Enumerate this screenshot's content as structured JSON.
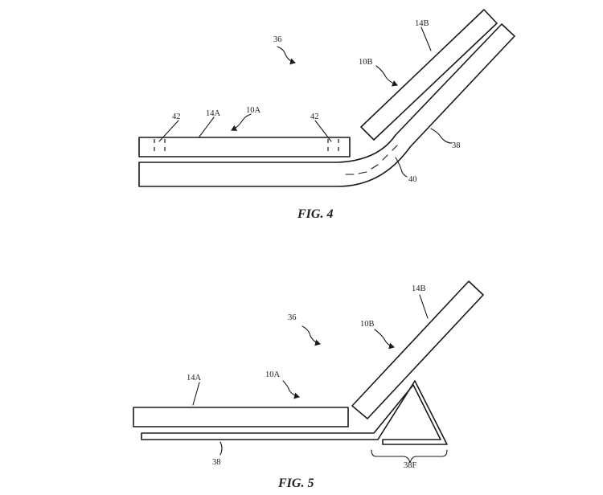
{
  "figures": [
    {
      "caption": "FIG. 4",
      "labels": {
        "device": "36",
        "housing_a": "14A",
        "housing_b": "14B",
        "display_a": "10A",
        "display_b": "10B",
        "magnet_left": "42",
        "magnet_right": "42",
        "cover": "38",
        "hinge": "40"
      }
    },
    {
      "caption": "FIG. 5",
      "labels": {
        "device": "36",
        "housing_a": "14A",
        "housing_b": "14B",
        "display_a": "10A",
        "display_b": "10B",
        "cover": "38",
        "fold": "38F"
      }
    }
  ]
}
